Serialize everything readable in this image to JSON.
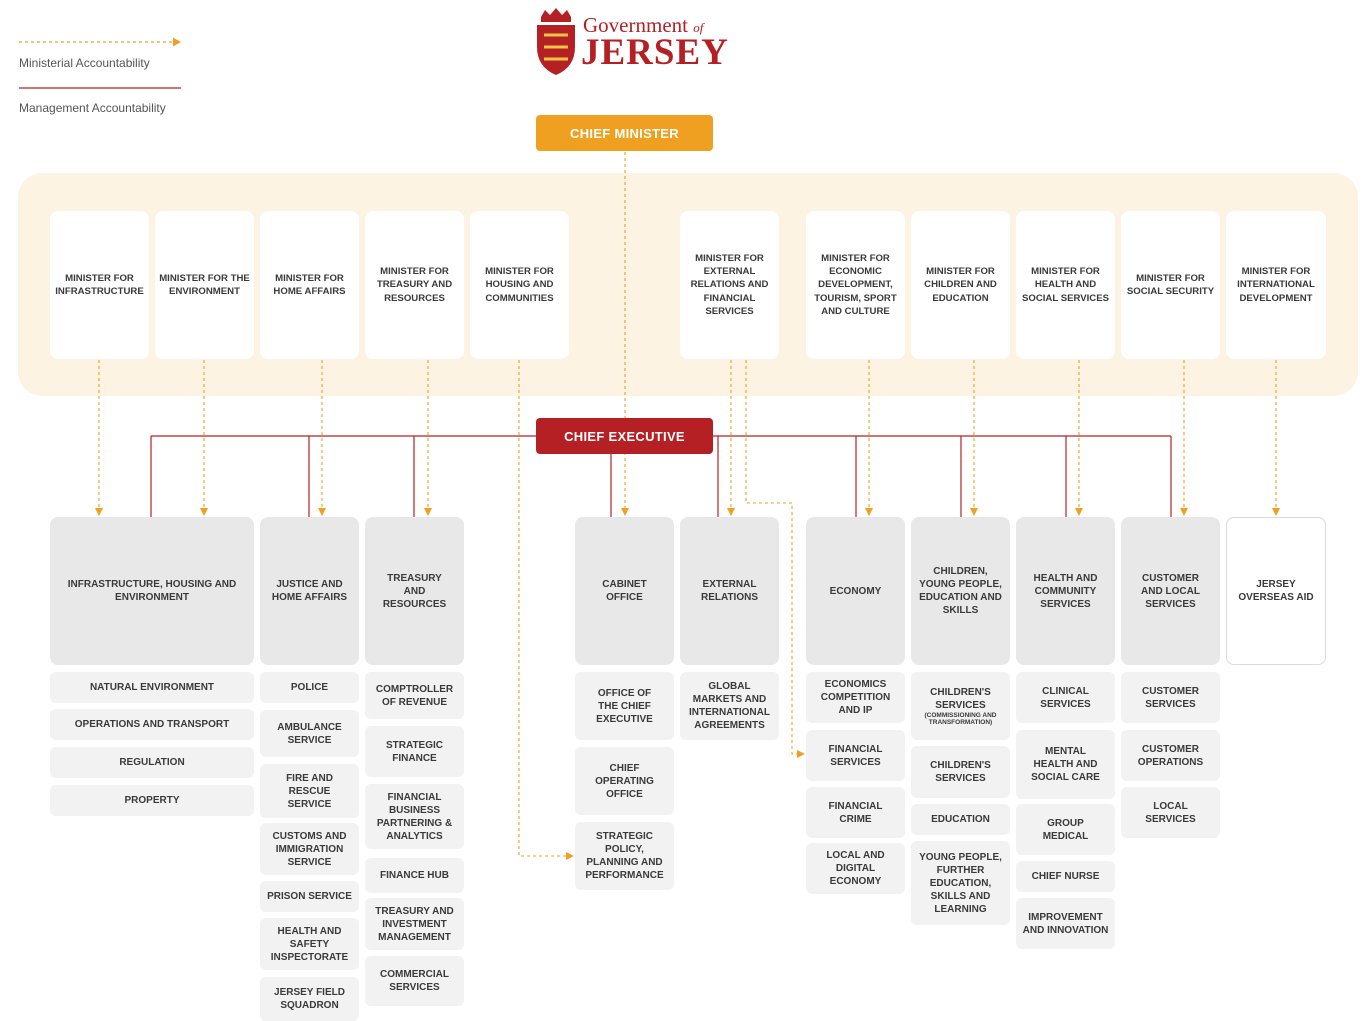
{
  "legend": {
    "ministerial": "Ministerial Accountability",
    "management": "Management Accountability"
  },
  "logo": {
    "line1": "Government",
    "of": "of",
    "line2": "JERSEY"
  },
  "chief_minister": "CHIEF MINISTER",
  "chief_executive": "CHIEF EXECUTIVE",
  "colors": {
    "chief_minister": "#f0a020",
    "chief_executive": "#b52025",
    "band": "#fdf3e3",
    "ministerial_line": "#f0a020",
    "management_line": "#b52025"
  },
  "ministers": [
    "MINISTER FOR INFRASTRUCTURE",
    "MINISTER FOR THE ENVIRONMENT",
    "MINISTER FOR HOME AFFAIRS",
    "MINISTER FOR TREASURY AND RESOURCES",
    "MINISTER FOR HOUSING AND COMMUNITIES",
    "MINISTER FOR EXTERNAL RELATIONS AND FINANCIAL SERVICES",
    "MINISTER FOR ECONOMIC DEVELOPMENT, TOURISM, SPORT AND CULTURE",
    "MINISTER FOR CHILDREN AND EDUCATION",
    "MINISTER FOR HEALTH AND SOCIAL SERVICES",
    "MINISTER FOR SOCIAL SECURITY",
    "MINISTER FOR INTERNATIONAL DEVELOPMENT"
  ],
  "departments": [
    {
      "name": "INFRASTRUCTURE, HOUSING AND ENVIRONMENT",
      "units": [
        "NATURAL ENVIRONMENT",
        "OPERATIONS AND TRANSPORT",
        "REGULATION",
        "PROPERTY"
      ]
    },
    {
      "name": "JUSTICE AND HOME AFFAIRS",
      "units": [
        "POLICE",
        "AMBULANCE SERVICE",
        "FIRE AND RESCUE SERVICE",
        "CUSTOMS AND IMMIGRATION SERVICE",
        "PRISON SERVICE",
        "HEALTH AND SAFETY INSPECTORATE",
        "JERSEY FIELD SQUADRON"
      ]
    },
    {
      "name": "TREASURY AND RESOURCES",
      "units": [
        "COMPTROLLER OF REVENUE",
        "STRATEGIC FINANCE",
        "FINANCIAL BUSINESS PARTNERING & ANALYTICS",
        "FINANCE HUB",
        "TREASURY AND INVESTMENT MANAGEMENT",
        "COMMERCIAL SERVICES"
      ]
    },
    {
      "name": "CABINET OFFICE",
      "units": [
        "OFFICE OF THE CHIEF EXECUTIVE",
        "CHIEF OPERATING OFFICE",
        "STRATEGIC POLICY, PLANNING AND PERFORMANCE"
      ]
    },
    {
      "name": "EXTERNAL RELATIONS",
      "units": [
        "GLOBAL MARKETS AND INTERNATIONAL AGREEMENTS"
      ]
    },
    {
      "name": "ECONOMY",
      "units": [
        "ECONOMICS COMPETITION AND IP",
        "FINANCIAL SERVICES",
        "FINANCIAL CRIME",
        "LOCAL AND DIGITAL ECONOMY"
      ]
    },
    {
      "name": "CHILDREN, YOUNG PEOPLE, EDUCATION AND SKILLS",
      "units": [
        "CHILDREN'S SERVICES",
        "CHILDREN'S SERVICES",
        "EDUCATION",
        "YOUNG PEOPLE, FURTHER EDUCATION, SKILLS AND LEARNING"
      ],
      "unit_notes": [
        "(COMMISSIONING AND TRANSFORMATION)"
      ]
    },
    {
      "name": "HEALTH AND COMMUNITY SERVICES",
      "units": [
        "CLINICAL SERVICES",
        "MENTAL HEALTH AND SOCIAL CARE",
        "GROUP MEDICAL",
        "CHIEF NURSE",
        "IMPROVEMENT AND INNOVATION"
      ]
    },
    {
      "name": "CUSTOMER AND LOCAL SERVICES",
      "units": [
        "CUSTOMER SERVICES",
        "CUSTOMER OPERATIONS",
        "LOCAL SERVICES"
      ]
    },
    {
      "name": "JERSEY OVERSEAS AID",
      "units": []
    }
  ]
}
